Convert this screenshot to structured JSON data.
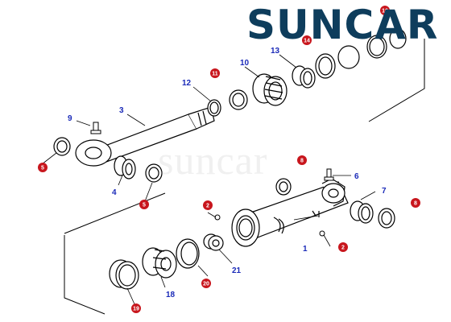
{
  "brand": {
    "text": "SUNCAR",
    "color": "#0e3d5c",
    "accent": "#00a3d6"
  },
  "watermark": "suncar",
  "labels": {
    "blue": [
      "1",
      "3",
      "4",
      "6",
      "7",
      "9",
      "10",
      "12",
      "13",
      "18",
      "21"
    ],
    "red": [
      "2",
      "2",
      "5",
      "5",
      "8",
      "8",
      "11",
      "14",
      "16",
      "19",
      "20"
    ]
  },
  "colors": {
    "label_blue": "#1a2ab8",
    "bubble_red": "#c8161d",
    "line": "#000000"
  }
}
